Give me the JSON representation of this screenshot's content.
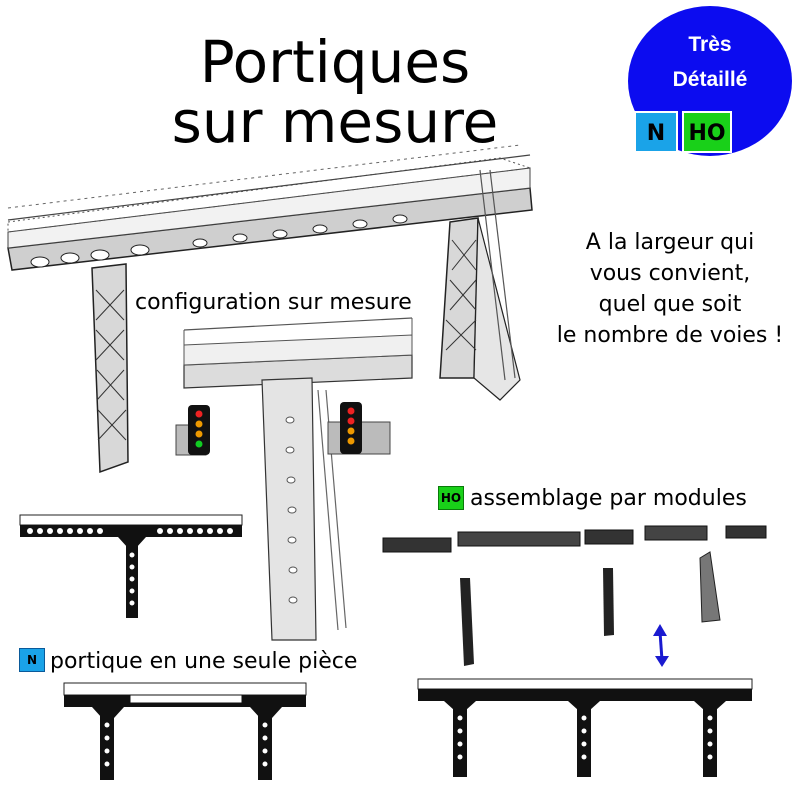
{
  "title": {
    "line1": "Portiques",
    "line2": "sur mesure"
  },
  "badge": {
    "line1": "Très",
    "line2": "Détaillé",
    "scale_n": "N",
    "scale_ho": "HO",
    "color": "#0c0cf0"
  },
  "right_text": {
    "lines": [
      "A la largeur qui",
      "vous convient,",
      "quel que soit",
      "le nombre de voies !"
    ]
  },
  "captions": {
    "config": "configuration sur mesure",
    "modules": "assemblage par modules",
    "one_piece": "portique en une seule pièce",
    "modules_tag": "HO",
    "one_piece_tag": "N"
  },
  "colors": {
    "n_scale": "#1aa3e8",
    "ho_scale": "#19d019",
    "arrow": "#1a1ad0"
  }
}
